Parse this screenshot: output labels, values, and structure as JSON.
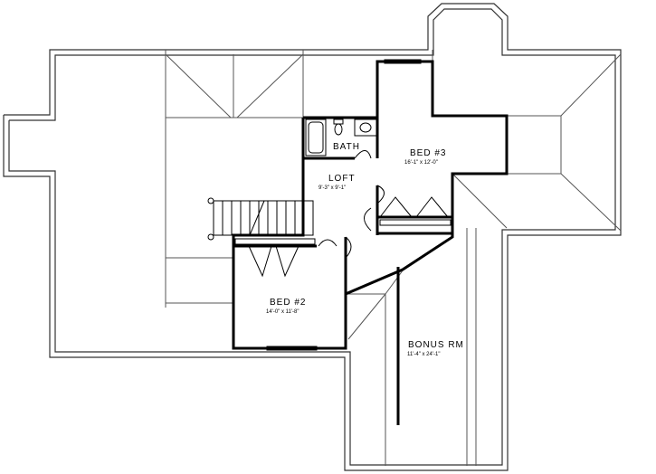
{
  "rooms": {
    "bath": {
      "name": "BATH",
      "dims": ""
    },
    "loft": {
      "name": "LOFT",
      "dims": "9'-3\" x 9'-1\""
    },
    "bed3": {
      "name": "BED #3",
      "dims": "16'-1\" x 12'-0\""
    },
    "bed2": {
      "name": "BED #2",
      "dims": "14'-0\" x 11'-8\""
    },
    "bonus": {
      "name": "BONUS RM",
      "dims": "11'-4\" x 24'-1\""
    }
  }
}
